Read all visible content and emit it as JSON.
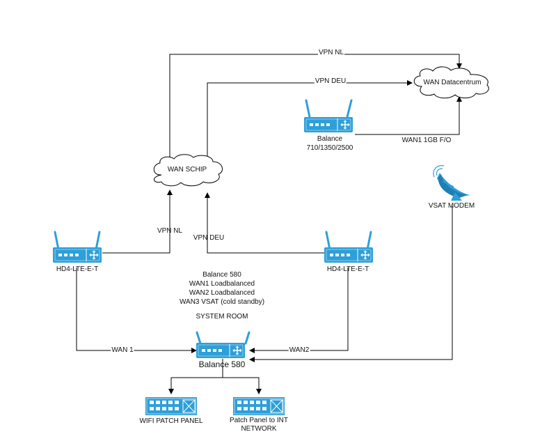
{
  "connections": {
    "vpn_nl_top": "VPN NL",
    "vpn_deu_top": "VPN DEU",
    "wan1_fo": "WAN1 1GB F/O",
    "vpn_nl_bottom": "VPN NL",
    "vpn_deu_bottom": "VPN DEU",
    "wan1": "WAN 1",
    "wan2": "WAN2"
  },
  "clouds": {
    "datacentrum": "WAN Datacentrum",
    "schip": "WAN SCHIP"
  },
  "devices": {
    "balance_dc_line1": "Balance",
    "balance_dc_line2": "710/1350/2500",
    "vsat": "VSAT MODEM",
    "hd4_left": "HD4-LTE-E-T",
    "hd4_right": "HD4-LTE-E-T",
    "balance580": "Balance 580",
    "wifi_panel": "WIFI PATCH PANEL",
    "int_panel_line1": "Patch Panel to INT",
    "int_panel_line2": "NETWORK"
  },
  "notes": {
    "line1": "Balance 580",
    "line2": "WAN1 Loadbalanced",
    "line3": "WAN2 Loadbalanced",
    "line4": "WAN3 VSAT (cold standby)",
    "system_room": "SYSTEM ROOM"
  },
  "colors": {
    "device": "#2d9fd9",
    "device_dark": "#1f7fb3",
    "line": "#000000"
  }
}
